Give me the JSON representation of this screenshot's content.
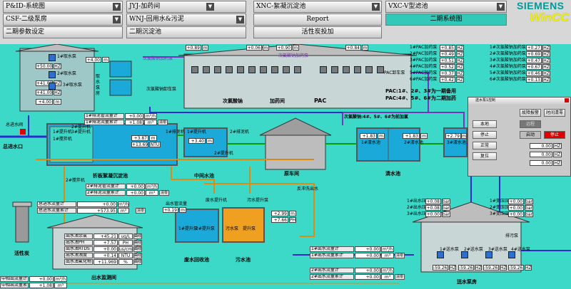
{
  "nav": {
    "row1": [
      {
        "label": "P&ID-系统图",
        "dropdown": true
      },
      {
        "label": "JYJ-加药间",
        "dropdown": true
      },
      {
        "label": "XNC-絮凝沉淀池",
        "dropdown": true
      },
      {
        "label": "VXC-V型滤池",
        "dropdown": true
      }
    ],
    "row2": [
      {
        "label": "CSF-二级泵房",
        "dropdown": true
      },
      {
        "label": "WNJ-回用水&污泥",
        "dropdown": true
      },
      {
        "label": "Report",
        "dropdown": false
      },
      {
        "label": "二期系统图",
        "dropdown": false,
        "selected": true
      }
    ],
    "row3": [
      {
        "label": "二期参数设定"
      },
      {
        "label": "二期沉淀池"
      },
      {
        "label": "活性炭投加"
      }
    ],
    "dropdown_icon": "down-arrow-icon"
  },
  "brand": {
    "siemens": "SIEMENS",
    "wincc": "WinCC"
  },
  "colors": {
    "background": "#3cd8c8",
    "water": "#1aa9d8",
    "pipe_purple": "#7d2fbf",
    "pipe_blue": "#2a2ad0",
    "pipe_orange": "#e08a10",
    "alarm_red": "#e00000"
  },
  "intake": {
    "labels": [
      "总进水阀",
      "总进水口",
      "取水泵房"
    ],
    "pumps": [
      "1#取水泵",
      "2#取水泵",
      "3#取水泵"
    ],
    "values": [
      {
        "v": "+4.00",
        "u": "m"
      },
      {
        "v": "+50.00",
        "u": "HZ"
      },
      {
        "v": "+41.00",
        "u": "HZ"
      },
      {
        "v": "+41.00",
        "u": "HZ"
      },
      {
        "v": "+4.00",
        "u": "m"
      }
    ]
  },
  "dosing": {
    "top": [
      {
        "v": "+0.89",
        "u": "m"
      },
      {
        "v": "+0.06",
        "u": "m"
      },
      {
        "v": "+0.90",
        "u": "m"
      },
      {
        "v": "+0.84",
        "u": "m"
      }
    ],
    "labels": [
      "次氯酸钠加药泵",
      "次氯酸钠卸车泵",
      "次氯酸钠",
      "加药间",
      "PAC",
      "PAC卸车泵",
      "次氯酸钠加药泵"
    ],
    "pac_note1": "PAC:1#、2#、3#为一期备用",
    "pac_note2": "PAC:4#、5#、6#为二期加药",
    "pac_pumps": [
      {
        "label": "1#PAC加药泵",
        "v": "+0.85",
        "u": "HZ"
      },
      {
        "label": "2#PAC加药泵",
        "v": "+0.49",
        "u": "HZ"
      },
      {
        "label": "3#PAC加药泵",
        "v": "+0.51",
        "u": "HZ"
      },
      {
        "label": "4#PAC加药泵",
        "v": "+0.52",
        "u": "HZ"
      },
      {
        "label": "5#PAC加药泵",
        "v": "+0.37",
        "u": "HZ"
      },
      {
        "label": "6#PAC加药泵",
        "v": "+0.42",
        "u": "HZ"
      }
    ],
    "cl_pumps": [
      {
        "label": "1#次氯酸钠加药泵",
        "v": "+0.27",
        "u": "HZ"
      },
      {
        "label": "2#次氯酸钠加药泵",
        "v": "+0.69",
        "u": "HZ"
      },
      {
        "label": "3#次氯酸钠加药泵",
        "v": "+0.47",
        "u": "HZ"
      },
      {
        "label": "4#次氯酸钠加药泵",
        "v": "+0.67",
        "u": "HZ"
      },
      {
        "label": "5#次氯酸钠加药泵",
        "v": "+0.46",
        "u": "HZ"
      },
      {
        "label": "6#次氯酸钠加药泵",
        "v": "+0.13",
        "u": "HZ"
      }
    ],
    "cl_note": "次氯酸钠:4#、5#、6#为前加氯"
  },
  "sed": {
    "rows": [
      {
        "label": "1#排泥管流量计",
        "v": "+0.00",
        "u": "m³/h"
      },
      {
        "label": "1#排泥流量累计",
        "v": "+1.08",
        "u": "m³"
      }
    ],
    "clear": "清零",
    "level": {
      "v": "+3.87",
      "u": "m"
    },
    "turb": {
      "v": "+13.69",
      "u": "NTU"
    },
    "lbls": [
      "1#提升机",
      "1#搅拌机",
      "2#提升机",
      "3#提升机",
      "2#搅拌机",
      "1#排泥机",
      "2#排泥机"
    ],
    "title": "折板絮凝沉淀池",
    "rows2": [
      {
        "label": "2#排泥管流量计",
        "v": "+0.00",
        "u": "m³/h"
      },
      {
        "label": "2#排泥流量累计",
        "v": "+0.00",
        "u": "m³"
      }
    ]
  },
  "mid": {
    "title": "中间水池",
    "level": {
      "v": "+3.40",
      "u": "m"
    },
    "lbls": [
      "1#提升机",
      "2#提升机"
    ]
  },
  "sand": {
    "title": "原车间"
  },
  "clear": {
    "title": "清水池",
    "level1": {
      "v": "+1.83",
      "u": "m"
    },
    "level2": {
      "v": "+1.83",
      "u": "m"
    },
    "lbls": [
      "1#清水池",
      "2#清水池"
    ],
    "level3": {
      "v": "+2.79",
      "u": "m"
    },
    "lbl3": "3#清水池"
  },
  "backwash": {
    "title": "废水回收池",
    "title2": "污水池",
    "lbls": [
      "废水提升机",
      "污水提升泵",
      "1#提升泵",
      "2#提升泵",
      "污水泵",
      "提升泵",
      "出水管流量",
      "反冲洗出水"
    ],
    "level": {
      "v": "+0.19",
      "u": "m"
    },
    "level2": {
      "v": "+2.99",
      "u": "m"
    },
    "ph": {
      "v": "+7.66",
      "u": "PH"
    }
  },
  "total": {
    "rows": [
      {
        "label": "总进水流量计",
        "v": "+0.00",
        "u": "m³/h"
      },
      {
        "label": "总进水流量累计",
        "v": "+573.95",
        "u": "m³"
      }
    ],
    "clear": "清零",
    "carbon": "活性炭"
  },
  "quality": {
    "title": "出水监测间",
    "rows": [
      {
        "label": "出水浊余氯",
        "v": "+45.21",
        "u": "ug/L"
      },
      {
        "label": "出水浊PH",
        "v": "+7.57",
        "u": "PH"
      },
      {
        "label": "出水浊RTDS",
        "v": "+0.00",
        "u": "us/cm"
      },
      {
        "label": "出水浊浊度",
        "v": "+0.14",
        "u": "NTU"
      },
      {
        "label": "出水浊氟化物",
        "v": "+11.969",
        "u": "%"
      }
    ],
    "tag": "曲线",
    "bottom": [
      {
        "label": "中相出流量计",
        "v": "+0.00",
        "u": "m³/h"
      },
      {
        "label": "中相出流量累计",
        "v": "+1.08",
        "u": "m³"
      }
    ]
  },
  "flow_mid": {
    "r1": [
      {
        "label": "1#出水流量计",
        "v": "+0.00",
        "u": "m³/h"
      },
      {
        "label": "1#出水流量累计",
        "v": "+0.00",
        "u": "m³"
      }
    ],
    "r2": [
      {
        "label": "2#出水流量计",
        "v": "+0.00",
        "u": "m³/h"
      },
      {
        "label": "2#出水流量累计",
        "v": "+0.00",
        "u": "m³"
      }
    ],
    "clear": "清零"
  },
  "pressure": {
    "rows": [
      {
        "label": "1#出水压力",
        "v": "+0.08",
        "u": "bar"
      },
      {
        "label": "2#出水压力",
        "v": "+0.08",
        "u": "bar"
      },
      {
        "label": "3#出水压力",
        "v": "+0.00",
        "u": "bar"
      }
    ],
    "rows2": [
      {
        "label": "1#变压压力",
        "v": "+0.00",
        "u": "bar"
      },
      {
        "label": "2#变压压力",
        "v": "+0.00",
        "u": "bar"
      },
      {
        "label": "3#变压压力",
        "v": "+0.00",
        "u": "bar"
      }
    ],
    "hz": [
      {
        "v": "-59.26",
        "u": "HZ"
      },
      {
        "v": "-59.26",
        "u": "HZ"
      },
      {
        "v": "-59.26",
        "u": "HZ"
      },
      {
        "v": "-59.26",
        "u": "HZ"
      }
    ],
    "pumps": [
      "1#送水泵",
      "2#送水泵",
      "3#送水泵",
      "4#送水泵"
    ],
    "title": "送水泵房",
    "drain": "排污泵"
  },
  "popup": {
    "title": "送水泵1控制",
    "buttons": [
      "故障报警",
      "时间清零",
      "本地",
      "远程",
      "停止",
      "启动",
      "正常",
      "复位",
      "停止"
    ],
    "values": [
      {
        "v": "0.00",
        "u": "HZ"
      },
      {
        "v": "0.00",
        "u": "HZ"
      },
      {
        "v": "0.00",
        "u": "HZ"
      }
    ]
  }
}
